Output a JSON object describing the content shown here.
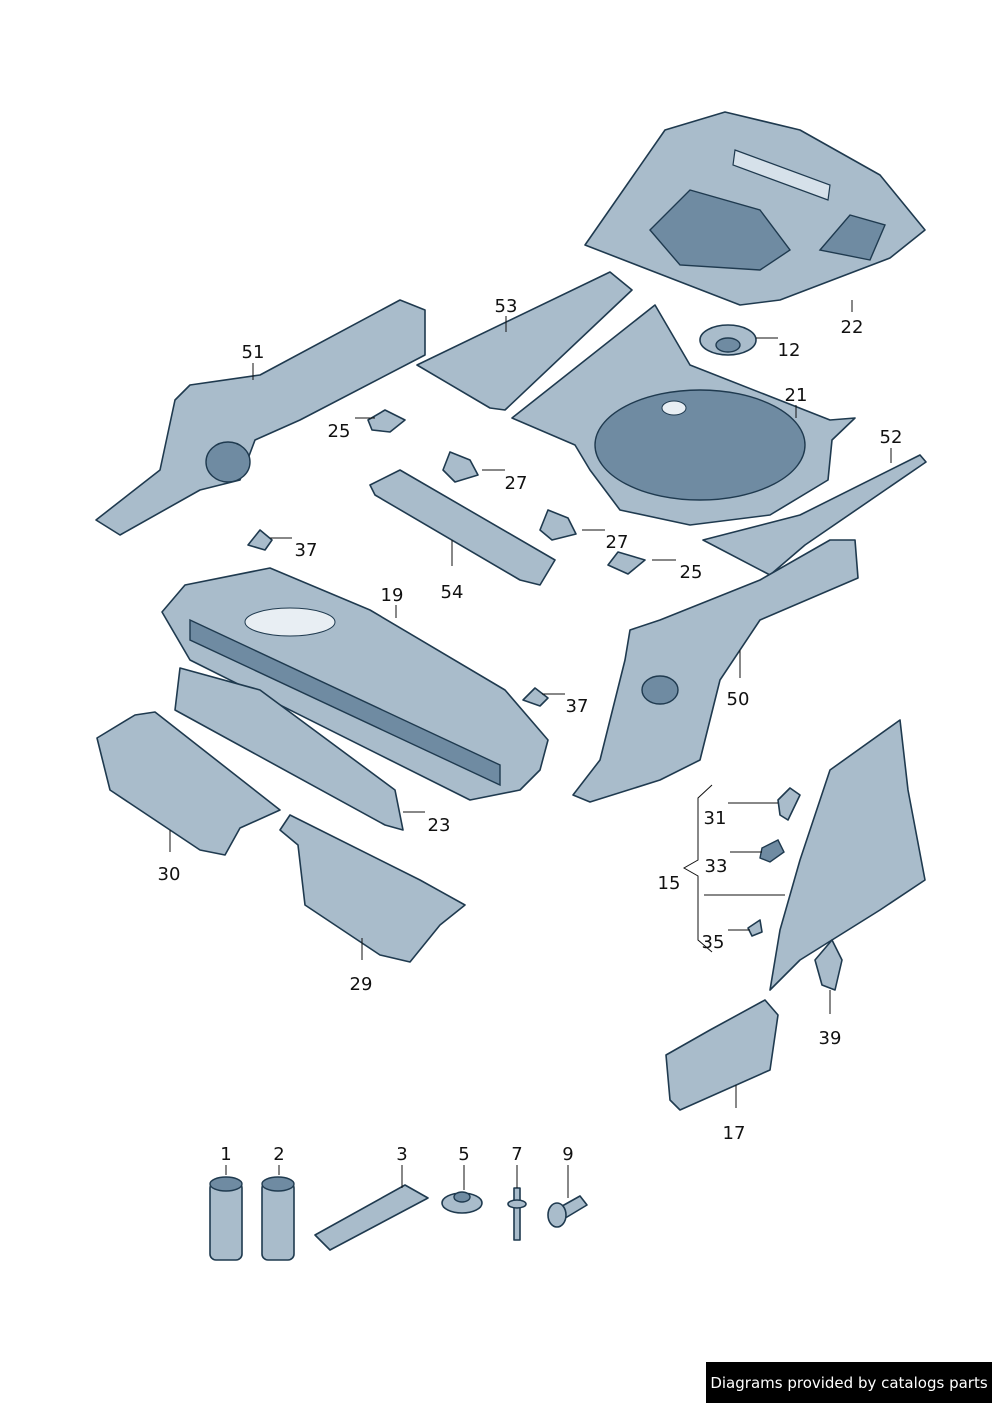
{
  "callouts": [
    "22",
    "12",
    "53",
    "51",
    "21",
    "52",
    "25",
    "27",
    "27",
    "25",
    "37",
    "54",
    "19",
    "37",
    "50",
    "23",
    "31",
    "33",
    "15",
    "35",
    "30",
    "29",
    "39",
    "17",
    "1",
    "2",
    "3",
    "5",
    "7",
    "9"
  ],
  "footer": {
    "text": "Diagrams provided by catalogs parts"
  },
  "colors": {
    "part_fill": "#a9bccb",
    "outline": "#1f3a4f",
    "footer_bg": "#000000"
  }
}
